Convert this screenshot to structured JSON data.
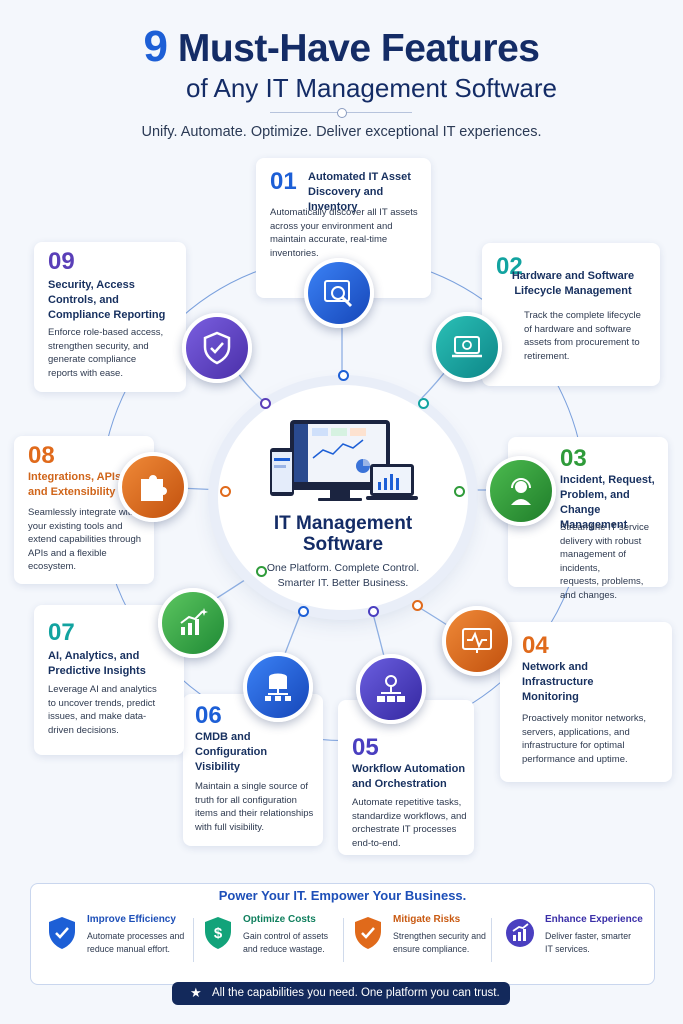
{
  "header": {
    "number": "9",
    "title_line1": "Must-Have Features",
    "title_line2": "of Any IT Management Software",
    "tagline": "Unify. Automate. Optimize. Deliver exceptional IT experiences."
  },
  "center": {
    "title_line1": "IT Management",
    "title_line2": "Software",
    "sub_line1": "One Platform. Complete Control.",
    "sub_line2": "Smarter IT. Better Business."
  },
  "features": [
    {
      "num": "01",
      "title": [
        "Automated IT Asset",
        "Discovery and Inventory"
      ],
      "desc": [
        "Automatically discover all IT assets",
        "across your environment and",
        "maintain accurate, real-time",
        "inventories."
      ],
      "color": "#1d5fd6",
      "icon": "magnifier-icon"
    },
    {
      "num": "02",
      "title": [
        "Hardware and Software",
        "Lifecycle Management"
      ],
      "desc": [
        "Track the complete lifecycle",
        "of hardware and software",
        "assets from procurement to",
        "retirement."
      ],
      "color": "#12a3a0",
      "icon": "laptop-cycle-icon"
    },
    {
      "num": "03",
      "title": [
        "Incident, Request,",
        "Problem, and Change",
        "Management"
      ],
      "desc": [
        "Streamline IT service",
        "delivery with robust",
        "management of incidents,",
        "requests, problems,",
        "and changes."
      ],
      "color": "#2f9b3a",
      "icon": "headset-icon"
    },
    {
      "num": "04",
      "title": [
        "Network and",
        "Infrastructure",
        "Monitoring"
      ],
      "desc": [
        "Proactively monitor networks,",
        "servers, applications, and",
        "infrastructure for optimal",
        "performance and uptime."
      ],
      "color": "#e06a1b",
      "icon": "monitor-pulse-icon"
    },
    {
      "num": "05",
      "title": [
        "Workflow Automation",
        "and Orchestration"
      ],
      "desc": [
        "Automate repetitive tasks,",
        "standardize workflows, and",
        "orchestrate IT processes",
        "end-to-end."
      ],
      "color": "#4a3fc0",
      "icon": "workflow-gear-icon"
    },
    {
      "num": "06",
      "title": [
        "CMDB and",
        "Configuration",
        "Visibility"
      ],
      "desc": [
        "Maintain a single source of",
        "truth for all configuration",
        "items and their relationships",
        "with full visibility."
      ],
      "color": "#1d5fd6",
      "icon": "database-icon"
    },
    {
      "num": "07",
      "title": [
        "AI, Analytics, and",
        "Predictive Insights"
      ],
      "desc": [
        "Leverage AI and analytics",
        "to uncover trends, predict",
        "issues, and make data-",
        "driven decisions."
      ],
      "color": "#2f9b3a",
      "icon": "chart-sparkle-icon"
    },
    {
      "num": "08",
      "title": [
        "Integrations, APIs,",
        "and Extensibility"
      ],
      "desc": [
        "Seamlessly integrate with",
        "your existing tools and",
        "extend capabilities through",
        "APIs and a flexible",
        "ecosystem."
      ],
      "color": "#e06a1b",
      "icon": "puzzle-icon"
    },
    {
      "num": "09",
      "title": [
        "Security, Access",
        "Controls, and",
        "Compliance Reporting"
      ],
      "desc": [
        "Enforce role-based access,",
        "strengthen security, and",
        "generate compliance",
        "reports with ease."
      ],
      "color": "#5a3fb8",
      "icon": "shield-check-icon"
    }
  ],
  "banner": {
    "title": "Power Your IT. Empower Your Business.",
    "items": [
      {
        "title": "Improve Efficiency",
        "desc": [
          "Automate processes and",
          "reduce manual effort."
        ],
        "color": "#1d5fd6",
        "icon": "shield-check-icon"
      },
      {
        "title": "Optimize Costs",
        "desc": [
          "Gain control of assets",
          "and reduce wastage."
        ],
        "color": "#12a37a",
        "icon": "dollar-shield-icon"
      },
      {
        "title": "Mitigate Risks",
        "desc": [
          "Strengthen security and",
          "ensure compliance."
        ],
        "color": "#e06a1b",
        "icon": "shield-check-icon"
      },
      {
        "title": "Enhance Experience",
        "desc": [
          "Deliver faster, smarter",
          "IT services."
        ],
        "color": "#4a3fc0",
        "icon": "chart-up-icon"
      }
    ]
  },
  "footer": {
    "text": "All the capabilities you need. One platform you can trust."
  }
}
